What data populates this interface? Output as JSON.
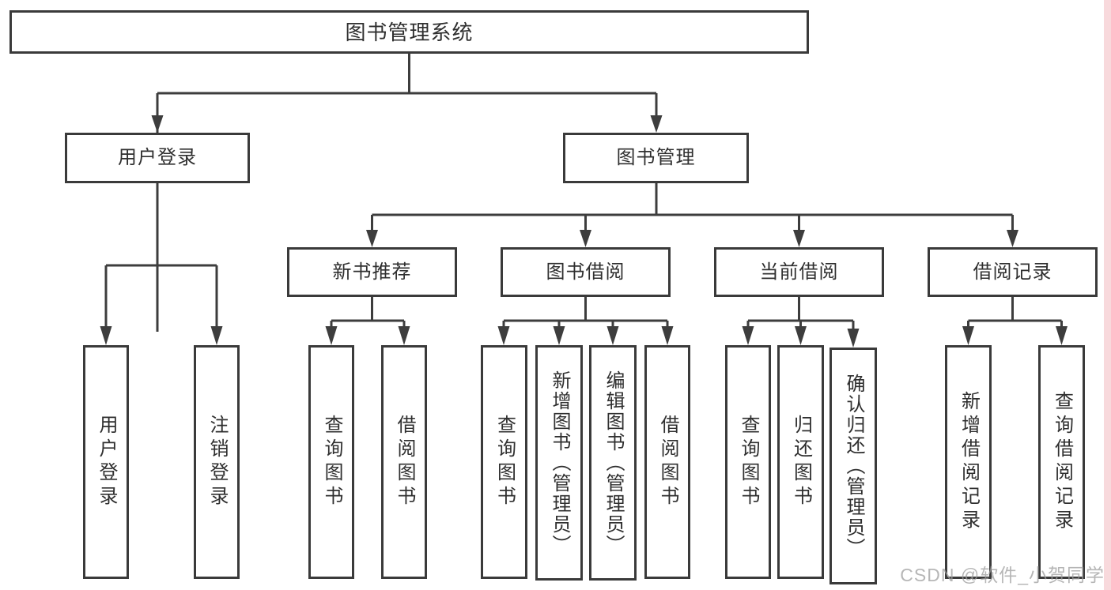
{
  "tree": {
    "root": "图书管理系统",
    "level2": [
      "用户登录",
      "图书管理"
    ],
    "level3": [
      "新书推荐",
      "图书借阅",
      "当前借阅",
      "借阅记录"
    ],
    "leaves_login": [
      "用户登录",
      "注销登录"
    ],
    "leaves_newbook": [
      "查询图书",
      "借阅图书"
    ],
    "leaves_borrow": [
      "查询图书",
      "新增图书（管理员）",
      "编辑图书（管理员）",
      "借阅图书"
    ],
    "leaves_current": [
      "查询图书",
      "归还图书",
      "确认归还（管理员）"
    ],
    "leaves_record": [
      "新增借阅记录",
      "查询借阅记录"
    ]
  },
  "watermark": "CSDN @软件_小贺同学",
  "colors": {
    "line": "#3d3d3d",
    "border": "#3a3a3a",
    "text": "#2f2f2f",
    "watermark_gray": "#9e9e9e",
    "right_strip_pink": "#f8d9dc",
    "background": "#ffffff"
  }
}
